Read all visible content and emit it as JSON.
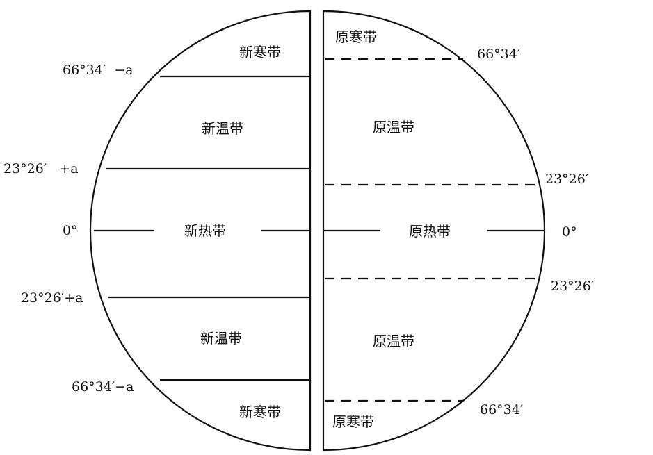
{
  "left": {
    "zones": [
      "新寒带",
      "新温带",
      "新热带",
      "新温带",
      "新寒带"
    ],
    "latitudes": [
      "66°34′  −a",
      "23°26′   +a",
      "0°",
      "23°26′+a",
      "66°34′−a"
    ]
  },
  "right": {
    "zones": [
      "原寒带",
      "原温带",
      "原热带",
      "原温带",
      "原寒带"
    ],
    "latitudes": [
      "66°34′",
      "23°26′",
      "0°",
      "23°26′",
      "66°34′"
    ]
  }
}
